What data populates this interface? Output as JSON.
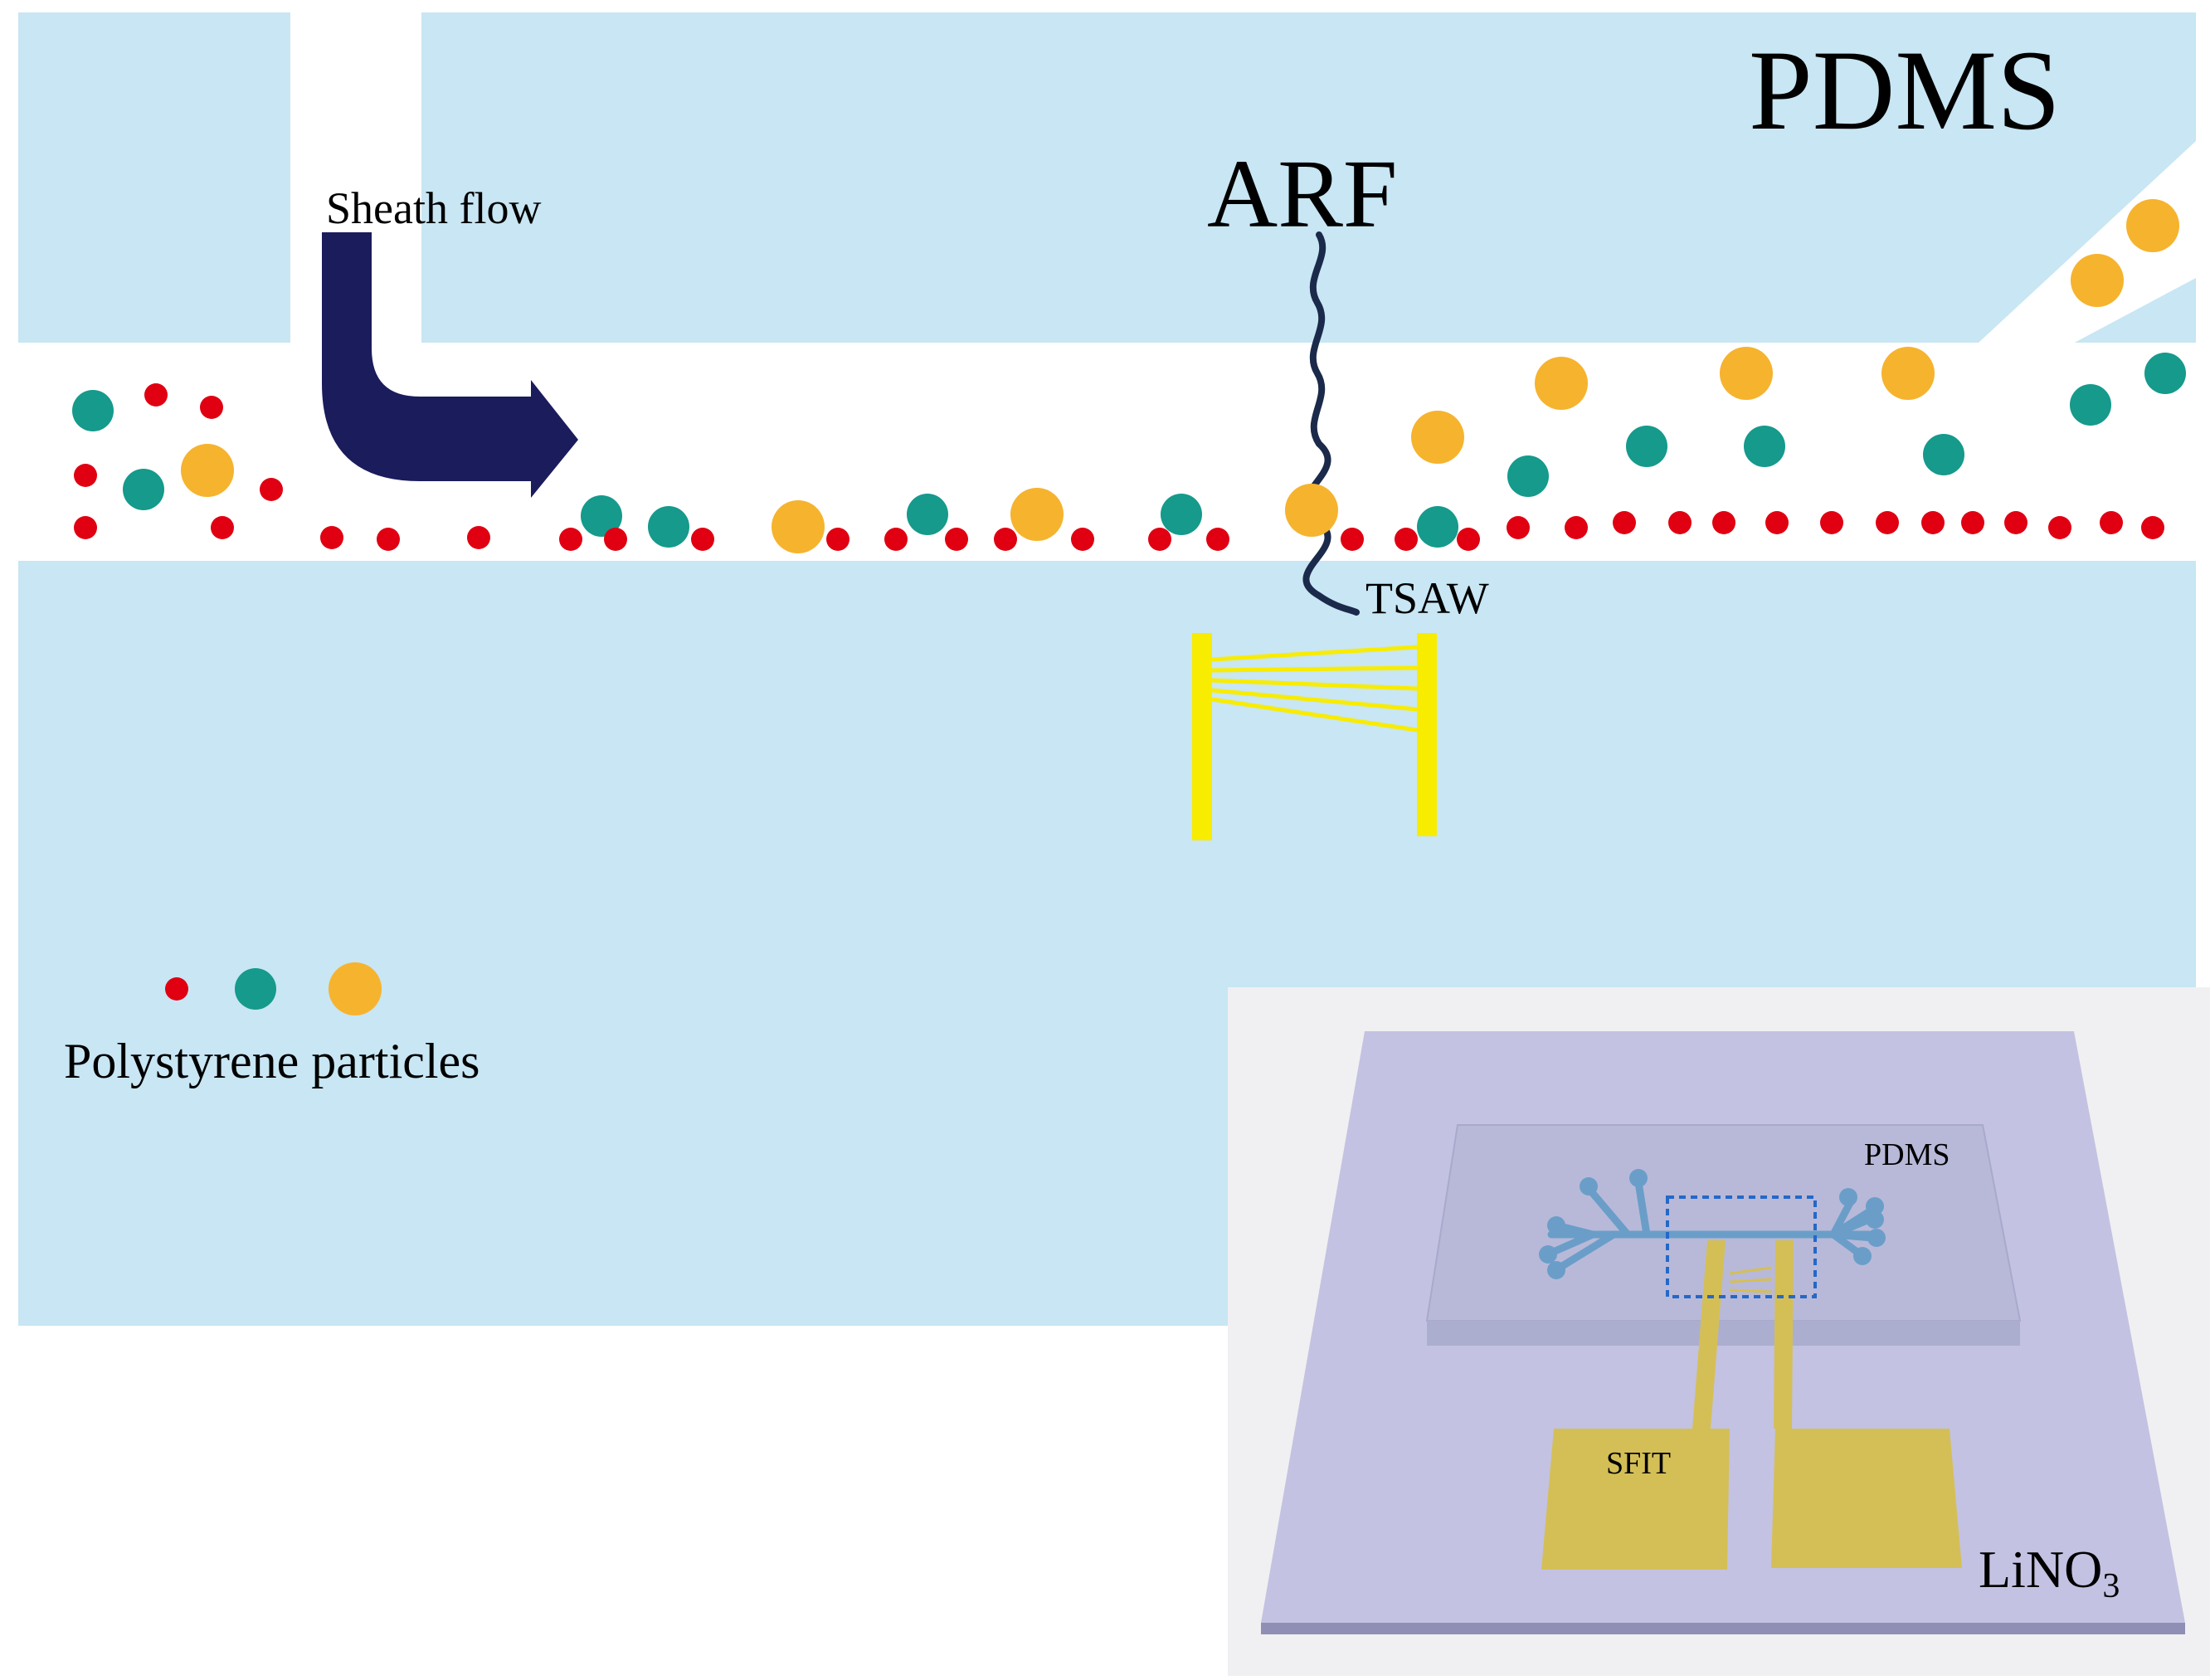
{
  "labels": {
    "pdms_title": "PDMS",
    "arf": "ARF",
    "sheath_flow": "Sheath flow",
    "tsaw": "TSAW",
    "polystyrene": "Polystyrene particles"
  },
  "inset": {
    "pdms": "PDMS",
    "sfit": "SFIT",
    "substrate": "LiNO",
    "substrate_subscript": "3"
  },
  "colors": {
    "pdms_fill": "#c8e6f3",
    "channel": "#ffffff",
    "arrow": "#1a1c5c",
    "wave": "#1b2a4a",
    "electrode": "#f8ec00",
    "particle_small": "#e00012",
    "particle_medium": "#159a8c",
    "particle_large": "#f6b32e",
    "inset_substrate": "#c3c2e2",
    "inset_gold": "#d4bf57",
    "inset_channel": "#6a9ec9"
  }
}
